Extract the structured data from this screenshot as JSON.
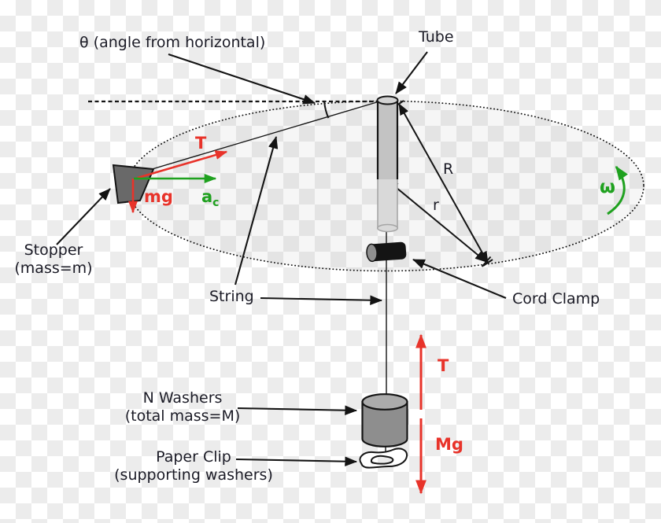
{
  "diagram": {
    "title_hint": "Circular motion stopper-and-washers apparatus diagram",
    "labels": {
      "theta": "θ (angle from horizontal)",
      "tube": "Tube",
      "radius_big": "R",
      "radius_small": "r",
      "string": "String",
      "cord_clamp": "Cord Clamp",
      "stopper": [
        "Stopper",
        "(mass=m)"
      ],
      "washers": [
        "N Washers",
        "(total mass=M)"
      ],
      "paper_clip": [
        "Paper Clip",
        "(supporting washers)"
      ]
    },
    "vectors": {
      "tension_stopper": "T",
      "weight_stopper": "mg",
      "centripetal_main": "a",
      "centripetal_sub": "c",
      "omega": "ω",
      "tension_hanging": "T",
      "weight_washers": "Mg"
    },
    "colors": {
      "vector_red": "#e8332a",
      "vector_green": "#1fa11f",
      "text": "#1b1b26",
      "stopper_fill": "#696969",
      "washers_fill": "#8e8e8e",
      "tube_fill": "#c3c3c3",
      "clamp_fill": "#141414",
      "checker_gray": "#ececec"
    }
  }
}
